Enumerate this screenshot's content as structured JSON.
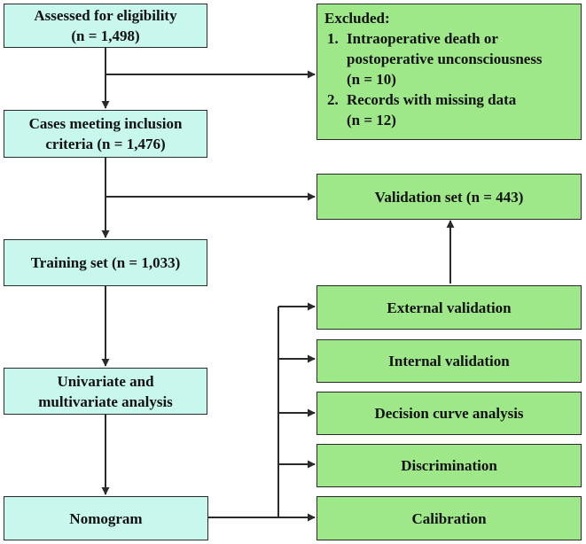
{
  "boxes": {
    "assessed": {
      "line1": "Assessed for eligibility",
      "line2": "(n = 1,498)"
    },
    "inclusion": {
      "line1": "Cases meeting inclusion",
      "line2": "criteria (n = 1,476)"
    },
    "training": {
      "label": "Training set (n = 1,033)"
    },
    "analysis": {
      "line1": "Univariate and",
      "line2": "multivariate analysis"
    },
    "nomogram": {
      "label": "Nomogram"
    },
    "excluded": {
      "title": "Excluded:",
      "items": [
        {
          "num": "1.",
          "line1": "Intraoperative death or",
          "line2": "postoperative unconsciousness",
          "line3": "(n = 10)"
        },
        {
          "num": "2.",
          "line1": "Records with missing data",
          "line2": "(n = 12)"
        }
      ]
    },
    "validation": {
      "label": "Validation set (n = 443)"
    },
    "external": {
      "label": "External validation"
    },
    "internal": {
      "label": "Internal validation"
    },
    "dca": {
      "label": "Decision curve analysis"
    },
    "discrimination": {
      "label": "Discrimination"
    },
    "calibration": {
      "label": "Calibration"
    }
  },
  "colors": {
    "left_boxes": "#c8f7ee",
    "right_boxes": "#9ee88a",
    "lines": "#2a2a2a"
  }
}
